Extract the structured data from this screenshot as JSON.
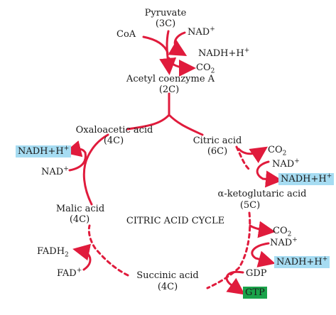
{
  "title": "CITRIC ACID CYCLE",
  "colors": {
    "arrow": "#e01b3c",
    "highlight_blue": "#a6dcf2",
    "highlight_green": "#1aa34a"
  },
  "nodes": {
    "pyruvate": {
      "name": "Pyruvate",
      "carbons": "(3C)"
    },
    "coa": "CoA",
    "nad_top": "NAD",
    "nadh_top": "NADH+H",
    "co2_top": "CO",
    "acetyl_coa": {
      "name": "Acetyl coenzyme A",
      "carbons": "(2C)"
    },
    "oxaloacetic": {
      "name": "Oxaloacetic acid",
      "carbons": "(4C)"
    },
    "citric": {
      "name": "Citric acid",
      "carbons": "(6C)"
    },
    "nadh_left": "NADH+H",
    "nad_left": "NAD",
    "co2_right1": "CO",
    "nad_right1": "NAD",
    "nadh_right1": "NADH+H",
    "ketoglutaric": {
      "name": "α-ketoglutaric acid",
      "carbons": "(5C)"
    },
    "malic": {
      "name": "Malic acid",
      "carbons": "(4C)"
    },
    "co2_right2": "CO",
    "nad_right2": "NAD",
    "nadh_right2": "NADH+H",
    "fadh2": "FADH",
    "fad": "FAD",
    "succinic": {
      "name": "Succinic acid",
      "carbons": "(4C)"
    },
    "gdp": "GDP",
    "gtp": "GTP"
  },
  "marks": {
    "plus": "+",
    "two": "2"
  }
}
